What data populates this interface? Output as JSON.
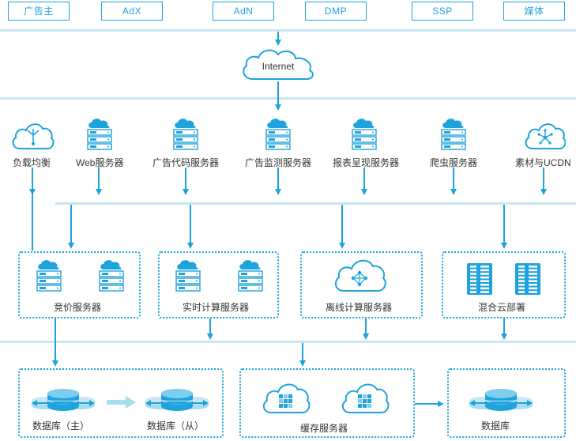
{
  "top_row": [
    "广告主",
    "AdX",
    "AdN",
    "DMP",
    "SSP",
    "媒体"
  ],
  "internet": "Internet",
  "services": [
    "负载均衡",
    "Web服务器",
    "广告代码服务器",
    "广告监测服务器",
    "报表呈现服务器",
    "爬虫服务器",
    "素材与UCDN"
  ],
  "clusters": [
    "竞价服务器",
    "实时计算服务器",
    "离线计算服务器",
    "混合云部署"
  ],
  "storage": {
    "db_master": "数据库（主）",
    "db_slave": "数据库（从）",
    "cache": "缓存服务器",
    "db": "数据库"
  },
  "colors": {
    "accent": "#1ea3dc",
    "line_light": "#c9e6f4",
    "text": "#333333"
  }
}
